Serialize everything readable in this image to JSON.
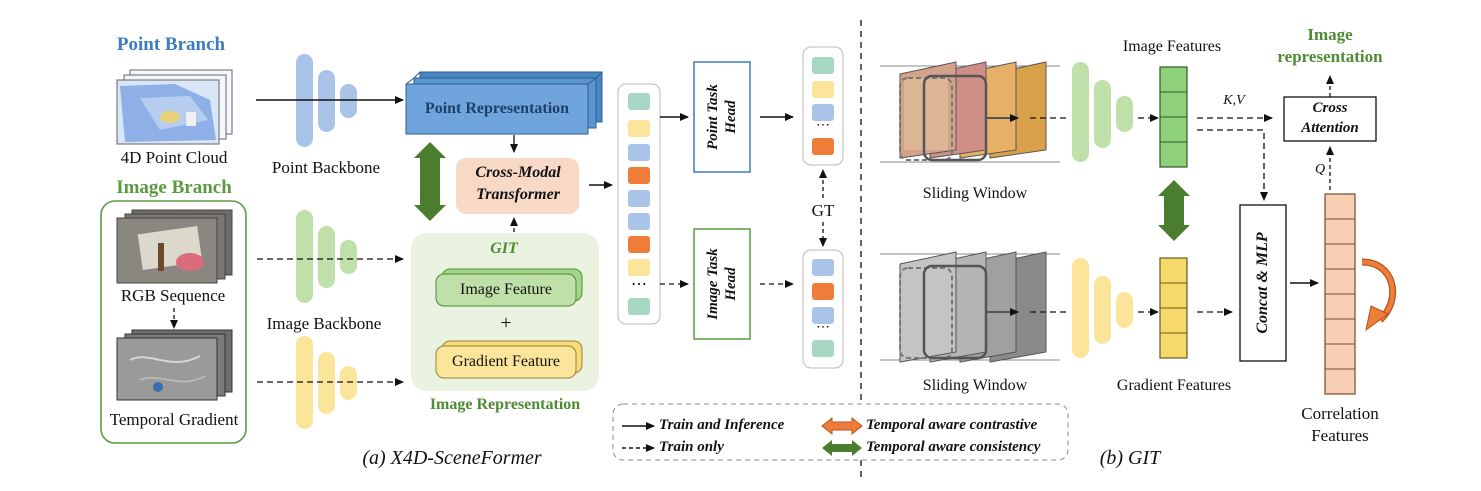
{
  "left": {
    "point_branch_title": "Point Branch",
    "point_cloud_label": "4D Point Cloud",
    "point_backbone_label": "Point Backbone",
    "image_branch_title": "Image Branch",
    "rgb_sequence_label": "RGB Sequence",
    "temporal_gradient_label": "Temporal Gradient",
    "image_backbone_label": "Image Backbone"
  },
  "center": {
    "point_representation": "Point Representation",
    "cross_modal_line1": "Cross-Modal",
    "cross_modal_line2": "Transformer",
    "git_label": "GIT",
    "image_feature": "Image Feature",
    "plus": "+",
    "gradient_feature": "Gradient Feature",
    "image_representation": "Image Representation",
    "point_task_head_line1": "Point Task",
    "point_task_head_line2": "Head",
    "image_task_head_line1": "Image Task",
    "image_task_head_line2": "Head",
    "gt_label": "GT",
    "dots": "⋯"
  },
  "right": {
    "image_features": "Image Features",
    "image_representation_line1": "Image",
    "image_representation_line2": "representation",
    "kv_label": "K,V",
    "q_label": "Q",
    "cross_attention_line1": "Cross",
    "cross_attention_line2": "Attention",
    "concat_mlp": "Concat & MLP",
    "sliding_window_top": "Sliding Window",
    "sliding_window_bottom": "Sliding Window",
    "gradient_features": "Gradient Features",
    "correlation_line1": "Correlation",
    "correlation_line2": "Features"
  },
  "legend": {
    "train_inference": "Train and Inference",
    "train_only": "Train only",
    "temporal_contrastive": "Temporal aware contrastive",
    "temporal_consistency": "Temporal aware consistency"
  },
  "captions": {
    "a": "(a) X4D-SceneFormer",
    "b": "(b) GIT"
  },
  "colors": {
    "blue": "#3d7cc0",
    "green": "#5b9a42",
    "light_blue": "#a9c4e8",
    "light_green": "#bfe0a8",
    "light_yellow": "#fbe59a",
    "orange": "#ee7d3a",
    "peach": "#f7cfb2",
    "teal": "#a6d8c3"
  }
}
